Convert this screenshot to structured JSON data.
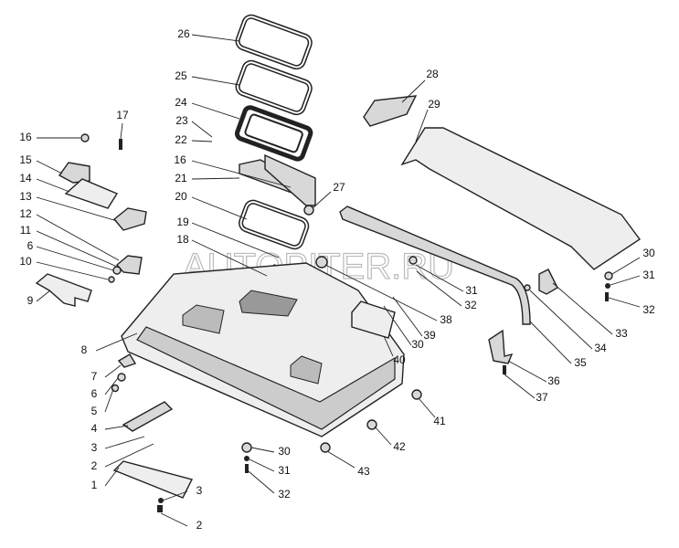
{
  "watermark": "AUTOPITER.RU",
  "labels": [
    "26",
    "25",
    "24",
    "23",
    "22",
    "16",
    "21",
    "20",
    "19",
    "18",
    "17",
    "16",
    "15",
    "14",
    "13",
    "12",
    "11",
    "6",
    "10",
    "9",
    "8",
    "7",
    "6",
    "5",
    "4",
    "3",
    "2",
    "1",
    "3",
    "2",
    "28",
    "29",
    "27",
    "30",
    "31",
    "32",
    "31",
    "32",
    "38",
    "39",
    "30",
    "40",
    "33",
    "34",
    "35",
    "36",
    "37",
    "41",
    "42",
    "43",
    "30",
    "31",
    "32"
  ]
}
